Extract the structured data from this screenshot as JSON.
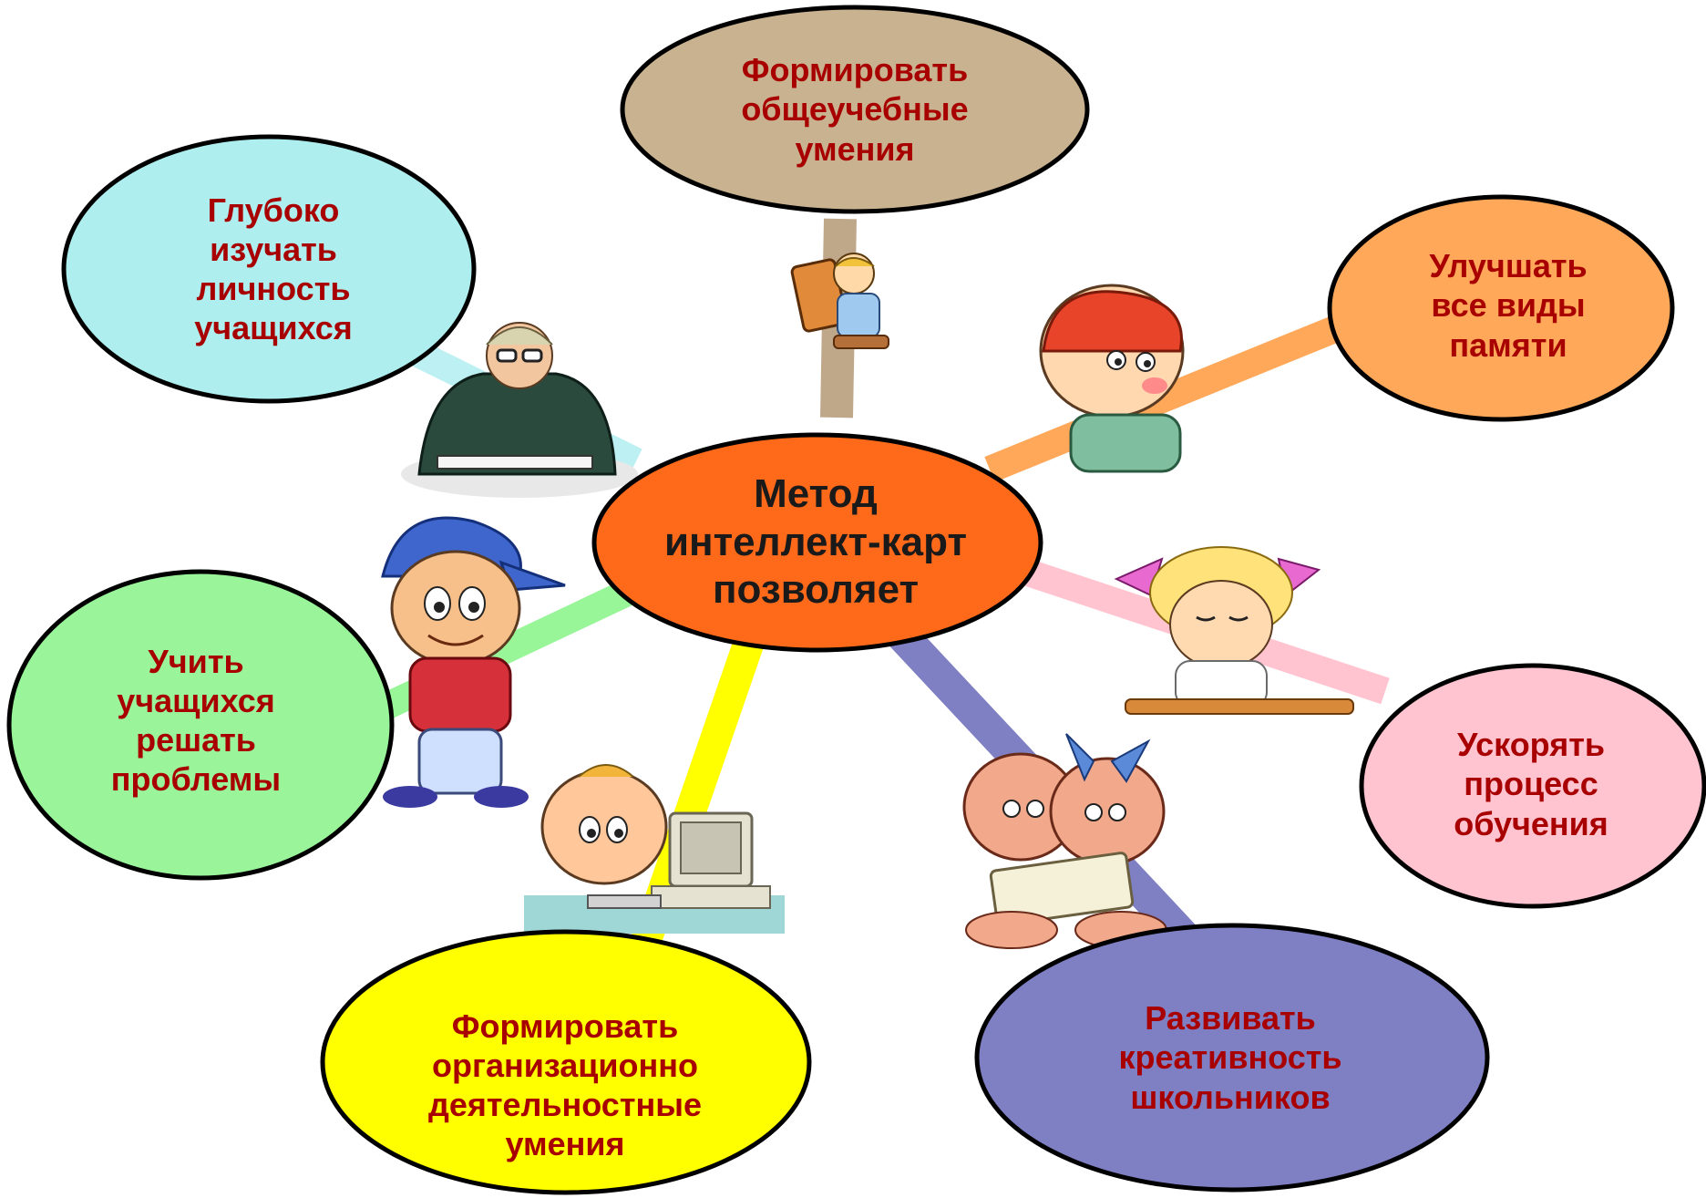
{
  "center": {
    "text": "Метод\nинтеллект-карт\nпозволяет",
    "fill": "#ff6a1a"
  },
  "branches": [
    {
      "id": "top",
      "text": "Формировать\nобщеучебные\nумения",
      "fill": "#c9b28f",
      "connector": "#bfa88a",
      "figure": "child-reading-book"
    },
    {
      "id": "top-left",
      "text": "Глубоко\nизучать\nличность\nучащихся",
      "fill": "#aeeeee",
      "connector": "#bdf0f2",
      "figure": "teacher-with-glasses"
    },
    {
      "id": "right-top",
      "text": "Улучшать\nвсе виды\nпамяти",
      "fill": "#ffa85a",
      "connector": "#ffa85a",
      "figure": "thinking-boy-in-cap"
    },
    {
      "id": "left",
      "text": "Учить\nучащихся\nрешать\nпроблемы",
      "fill": "#9af59a",
      "connector": "#98f598",
      "figure": "boy-in-blue-cap"
    },
    {
      "id": "right-bottom",
      "text": "Ускорять\nпроцесс\nобучения",
      "fill": "#ffc4d0",
      "connector": "#ffc4d0",
      "figure": "sleepy-girl-at-desk"
    },
    {
      "id": "bottom-left",
      "text": "Формировать\nорганизационно\nдеятельностные\nумения",
      "fill": "#ffff00",
      "connector": "#ffff00",
      "figure": "child-at-computer"
    },
    {
      "id": "bottom-right",
      "text": "Развивать\nкреативность\nшкольников",
      "fill": "#7f7fc4",
      "connector": "#7f7fc4",
      "figure": "two-kids-reading"
    }
  ],
  "colors": {
    "outline": "#000000",
    "branch_text": "#a80000",
    "center_text": "#1a1a1a"
  }
}
